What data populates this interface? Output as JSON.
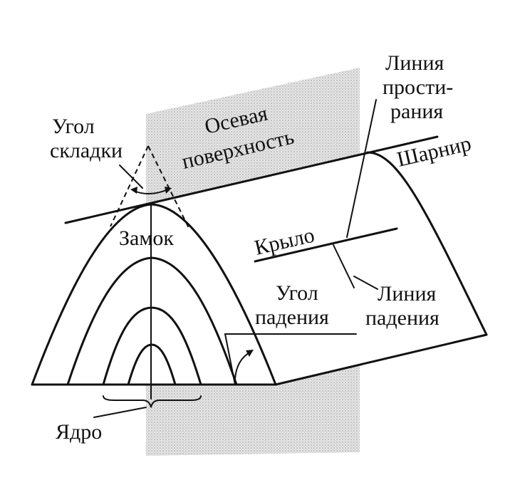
{
  "labels": {
    "axial_surface": [
      "Осевая",
      "поверхность"
    ],
    "fold_angle": [
      "Угол",
      "складки"
    ],
    "strike_line": [
      "Линия",
      "прости-",
      "рания"
    ],
    "hinge": "Шарнир",
    "crest": "Замок",
    "limb": "Крыло",
    "dip_angle": [
      "Угол",
      "падения"
    ],
    "dip_line": [
      "Линия",
      "падения"
    ],
    "core": "Ядро"
  },
  "colors": {
    "ink": "#111111",
    "plane": "#d9d9d9"
  }
}
